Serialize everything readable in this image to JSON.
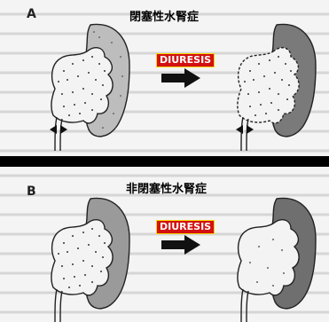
{
  "panel_a": {
    "letter": "A",
    "title": "閉塞性水腎症",
    "diuresis_label": "DIURESIS",
    "arrow_icon": "right-arrow-icon"
  },
  "panel_b": {
    "letter": "B",
    "title": "非閉塞性水腎症",
    "diuresis_label": "DIURESIS",
    "arrow_icon": "right-arrow-icon"
  },
  "colors": {
    "background": "#0f1d82",
    "panel": "#f4f4f4",
    "divider": "#000000",
    "diuresis_fill": "#d31012",
    "diuresis_border": "#f2d600",
    "cortex_light": "#bdbdbd",
    "cortex_dark": "#7a7a7a"
  }
}
